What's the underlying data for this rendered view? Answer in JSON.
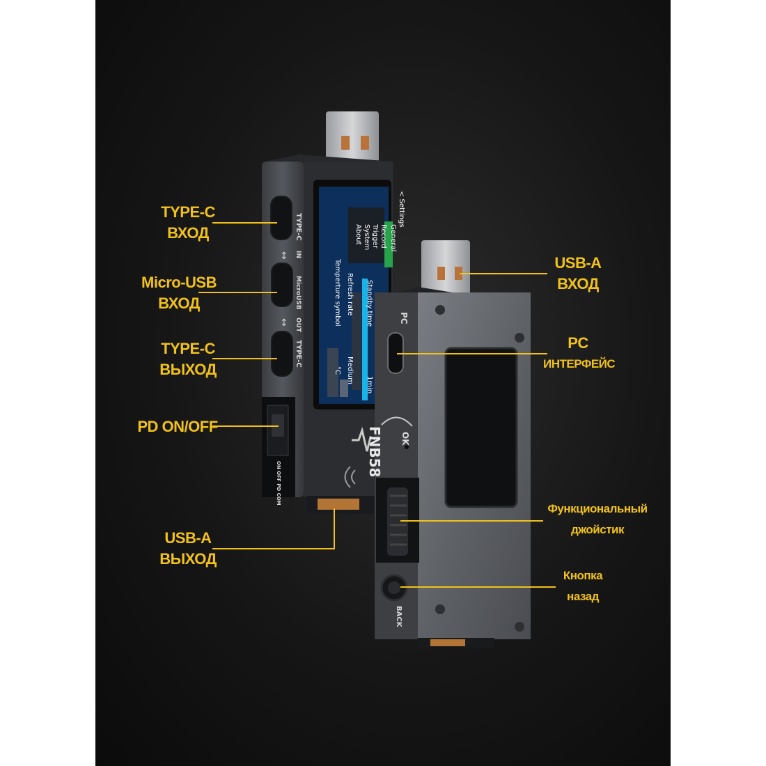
{
  "labels": {
    "type_c_in": [
      "TYPE-C",
      "ВХОД"
    ],
    "micro_usb_in": [
      "Micro-USB",
      "ВХОД"
    ],
    "type_c_out": [
      "TYPE-C",
      "ВЫХОД"
    ],
    "pd_switch": [
      "PD ON/OFF"
    ],
    "usb_a_out": [
      "USB-A",
      "ВЫХОД"
    ],
    "usb_a_in": [
      "USB-A",
      "ВХОД"
    ],
    "pc_interface": [
      "PC",
      "ИНТЕРФЕЙС"
    ],
    "joystick": [
      "Функциональный",
      "джойстик"
    ],
    "back_button": [
      "Кнопка",
      "назад"
    ]
  },
  "device_front": {
    "port_labels": {
      "type_c_top": "TYPE-C",
      "in": "IN",
      "micro": "MicroUSB",
      "out": "OUT",
      "type_c_bottom": "TYPE-C",
      "pd_switch": "ON OFF\nPD COM"
    },
    "brand": "FNB58",
    "screen": {
      "header": "< Settings",
      "menu": [
        "General",
        "Record",
        "Trigger",
        "System",
        "About"
      ],
      "selected": "General",
      "rows": [
        {
          "name": "Standby time",
          "value": "1min"
        },
        {
          "name": "Refresh rate",
          "value": "Medium"
        },
        {
          "name": "Temperture symbol",
          "value": "°C"
        }
      ]
    }
  },
  "device_back": {
    "pc_label": "PC",
    "ok_label": "OK",
    "back_label": "BACK"
  },
  "colors": {
    "label": "#f2c21a",
    "screen_accent": "#27a34b",
    "screen_bar": "#1ab3e8"
  }
}
